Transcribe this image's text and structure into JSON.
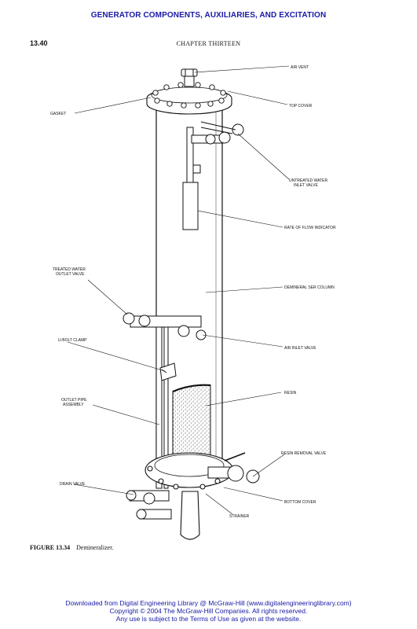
{
  "header": {
    "running_head": "GENERATOR COMPONENTS, AUXILIARIES, AND EXCITATION",
    "page_number": "13.40",
    "chapter": "CHAPTER THIRTEEN"
  },
  "figure": {
    "callouts": {
      "air_vent": "AIR VENT",
      "top_cover": "TOP COVER",
      "gasket": "GASKET",
      "untreated_water_inlet_valve_1": "UNTREATED WATER",
      "untreated_water_inlet_valve_2": "INLET VALVE",
      "rate_of_flow_indicator": "RATE OF FLOW INDICATOR",
      "treated_water_outlet_valve_1": "TREATED WATER",
      "treated_water_outlet_valve_2": "OUTLET VALVE",
      "demineraliser_column": "DEMINERAL SER COLUMN",
      "u_bolt_clamp": "U-BOLT CLAMP",
      "air_inlet_valve": "AIR INLET VALVE",
      "resin": "RESIN",
      "outlet_pipe_assembly_1": "OUTLET PIPE",
      "outlet_pipe_assembly_2": "ASSEMBLY",
      "resin_removal_valve": "RESIN REMOVAL VALVE",
      "drain_valve": "DRAIN VALVE",
      "bottom_cover": "BOTTOM COVER",
      "strainer": "STRAINER"
    }
  },
  "caption": {
    "label": "FIGURE 13.34",
    "text": "Demineralizer."
  },
  "footer": {
    "line1": "Downloaded from Digital Engineering Library @ McGraw-Hill (www.digitalengineeringlibrary.com)",
    "line2": "Copyright © 2004 The McGraw-Hill Companies. All rights reserved.",
    "line3": "Any use is subject to the Terms of Use as given at the website."
  }
}
